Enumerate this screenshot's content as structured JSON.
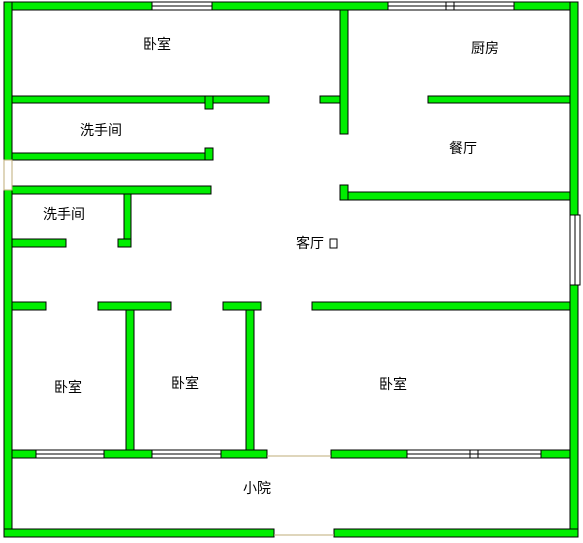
{
  "rooms": {
    "bedroom_top": "卧室",
    "kitchen": "厨房",
    "bathroom_upper": "洗手间",
    "dining": "餐厅",
    "bathroom_lower": "洗手间",
    "living": "客厅",
    "bedroom_left": "卧室",
    "bedroom_mid": "卧室",
    "bedroom_right": "卧室",
    "yard": "小院"
  },
  "colors": {
    "wall": "#00ee00",
    "outline": "#000000",
    "background": "#ffffff"
  }
}
